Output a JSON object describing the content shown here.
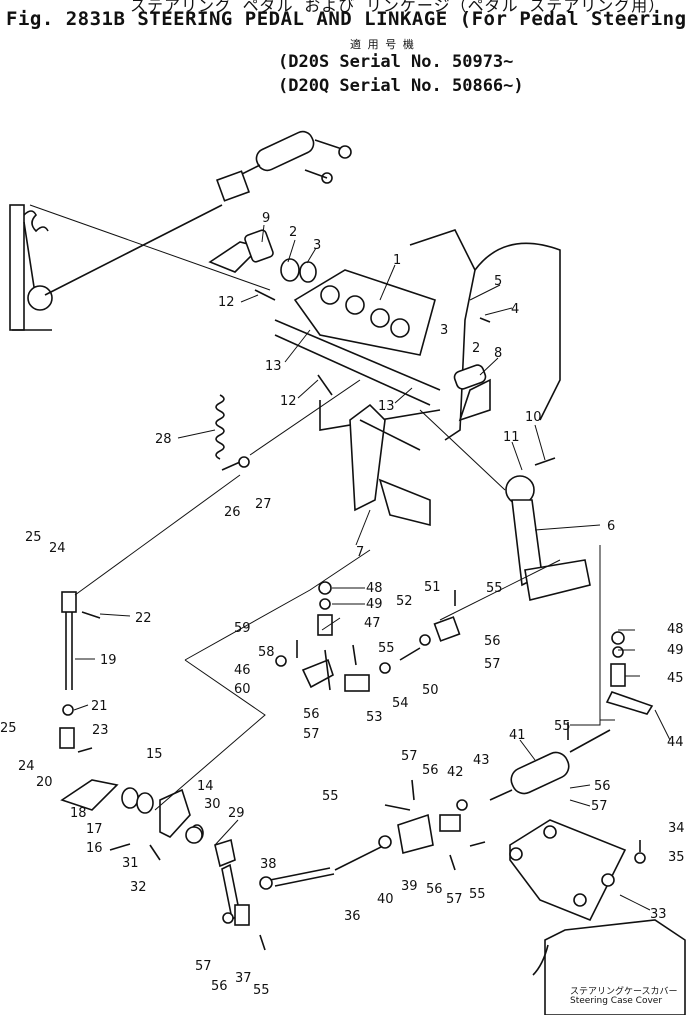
{
  "header": {
    "title_jp": "ステアリング ペダル および リンケージ（ペダル ステアリング用）",
    "title": "Fig. 2831B  STEERING PEDAL AND LINKAGE (For Pedal Steering)",
    "applicable_jp": "適 用 号 機",
    "serial_1": "(D20S  Serial  No. 50973~",
    "serial_2": "(D20Q  Serial  No. 50866~)"
  },
  "caption": {
    "jp": "ステアリングケースカバー",
    "en": "Steering Case Cover"
  },
  "labels": [
    "1",
    "2",
    "3",
    "4",
    "5",
    "2",
    "3",
    "6",
    "7",
    "8",
    "9",
    "10",
    "11",
    "12",
    "12",
    "13",
    "13",
    "14",
    "15",
    "16",
    "17",
    "18",
    "19",
    "20",
    "21",
    "22",
    "23",
    "24",
    "24",
    "25",
    "25",
    "26",
    "27",
    "28",
    "29",
    "30",
    "31",
    "32",
    "33",
    "34",
    "35",
    "36",
    "37",
    "38",
    "39",
    "40",
    "41",
    "42",
    "43",
    "44",
    "45",
    "46",
    "47",
    "48",
    "48",
    "49",
    "49",
    "50",
    "51",
    "52",
    "53",
    "54",
    "55",
    "55",
    "55",
    "55",
    "55",
    "55",
    "56",
    "56",
    "56",
    "56",
    "56",
    "56",
    "57",
    "57",
    "57",
    "57",
    "57",
    "57",
    "58",
    "59",
    "60"
  ]
}
